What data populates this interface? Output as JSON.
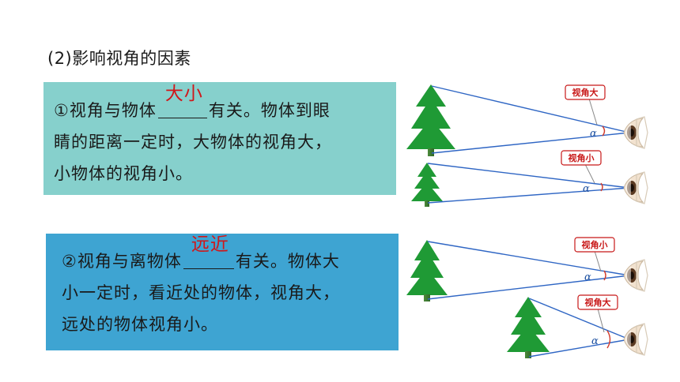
{
  "heading": "(2)影响视角的因素",
  "factor1": {
    "before_blank": "①视角与物体",
    "answer": "大小",
    "line1_after": "有关。物体到眼",
    "line2": "睛的距离一定时，大物体的视角大，",
    "line3": "小物体的视角小。"
  },
  "factor2": {
    "before_blank": "②视角与离物体",
    "answer": "远近",
    "line1_after": "有关。物体大",
    "line2": "小一定时，看近处的物体，视角大，",
    "line3": "远处的物体视角小。"
  },
  "diagrams": {
    "label_large_angle": "视角大",
    "label_small_angle": "视角小",
    "angle_symbol": "α"
  },
  "colors": {
    "box1_bg": "#86d0cc",
    "box2_bg": "#3ea4d2",
    "answer_text": "#d0171a",
    "tree_green": "#1f9a35",
    "sight_line": "#2f66c4",
    "label_border": "#c81818"
  }
}
